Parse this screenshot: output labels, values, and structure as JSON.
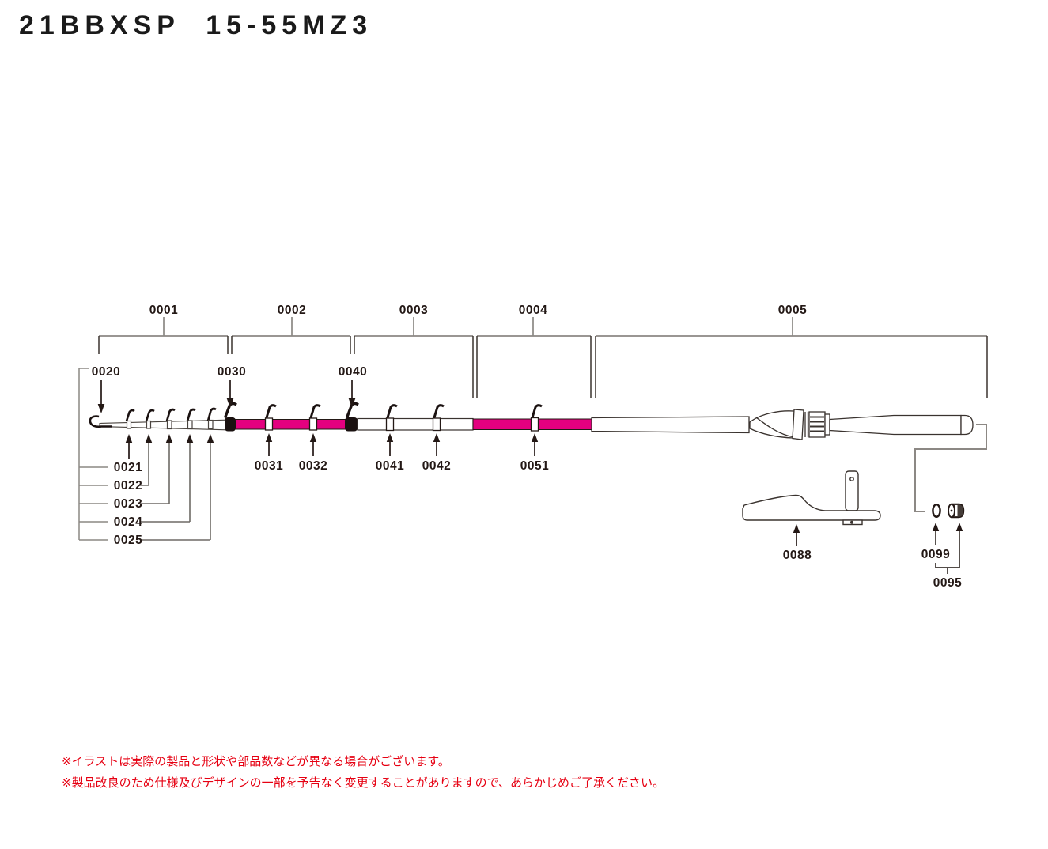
{
  "title": "21BBXSP  15-55MZ3",
  "section_labels": {
    "s0001": "0001",
    "s0002": "0002",
    "s0003": "0003",
    "s0004": "0004",
    "s0005": "0005"
  },
  "part_labels": {
    "p0020": "0020",
    "p0021": "0021",
    "p0022": "0022",
    "p0023": "0023",
    "p0024": "0024",
    "p0025": "0025",
    "p0030": "0030",
    "p0031": "0031",
    "p0032": "0032",
    "p0040": "0040",
    "p0041": "0041",
    "p0042": "0042",
    "p0051": "0051",
    "p0088": "0088",
    "p0095": "0095",
    "p0099": "0099"
  },
  "notes": {
    "line1": "※イラストは実際の製品と形状や部品数などが異なる場合がございます。",
    "line2": "※製品改良のため仕様及びデザインの一部を予告なく変更することがありますので、あらかじめご了承ください。"
  },
  "colors": {
    "highlight_magenta": "#e4007f",
    "note_red": "#e60012",
    "leader_line_gray": "#8c8884",
    "ink_black": "#231815"
  }
}
